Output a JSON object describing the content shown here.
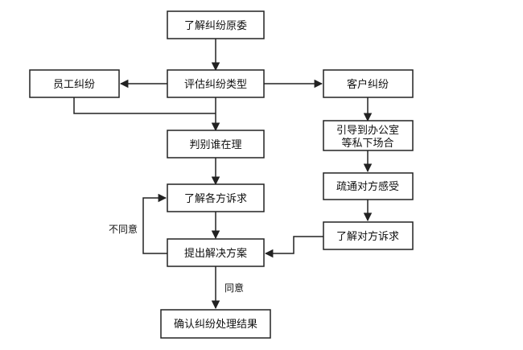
{
  "nodes": {
    "understand_cause": "了解纠纷原委",
    "assess_type": "评估纠纷类型",
    "employee_dispute": "员工纠纷",
    "customer_dispute": "客户纠纷",
    "judge_fault": "判别谁在理",
    "guide_line1": "引导到办公室",
    "guide_line2": "等私下场合",
    "understand_all_claims": "了解各方诉求",
    "ease_feelings": "疏通对方感受",
    "propose_solution": "提出解决方案",
    "understand_other_claim": "了解对方诉求",
    "confirm_result": "确认纠纷处理结果"
  },
  "edge_labels": {
    "disagree": "不同意",
    "agree": "同意"
  },
  "colors": {
    "stroke": "#222222",
    "background": "#ffffff"
  }
}
